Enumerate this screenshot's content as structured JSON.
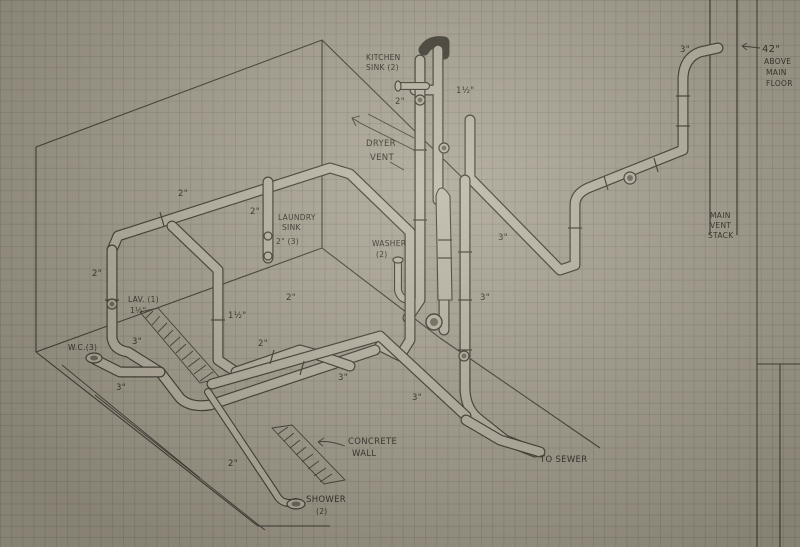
{
  "labels": {
    "kitchen_sink": [
      "KITCHEN",
      "SINK (2)"
    ],
    "kitchen_size": "2\"",
    "kitchen_vert": "1½\"",
    "dryer_vent": [
      "DRYER",
      "VENT"
    ],
    "laundry_sink": [
      "LAUNDRY",
      "SINK",
      "2\" (3)"
    ],
    "laundry_2in": "2\"",
    "washer": [
      "WASHER",
      "(2)"
    ],
    "washer_3in": "3\"",
    "top_left_2in": "2\"",
    "left_vert_2in": "2\"",
    "lav": [
      "LAV. (1)",
      "1½\""
    ],
    "center_vert": "1½\"",
    "center_2in": "2\"",
    "wc": "W.C.(3)",
    "wc_3in_a": "3\"",
    "wc_3in_b": "3\"",
    "lower_2in": "2\"",
    "main_3in": "3\"",
    "front_3in": "3\"",
    "stack_3in_top": "3\"",
    "vent_3in": "3\"",
    "above_floor": [
      "42\"",
      "ABOVE",
      "MAIN",
      "FLOOR"
    ],
    "main_vent_stack": [
      "MAIN",
      "VENT",
      "STACK"
    ],
    "concrete_wall": [
      "CONCRETE",
      "WALL"
    ],
    "to_sewer": "TO SEWER",
    "shower_2in": "2\"",
    "shower": [
      "SHOWER",
      "(2)"
    ]
  }
}
